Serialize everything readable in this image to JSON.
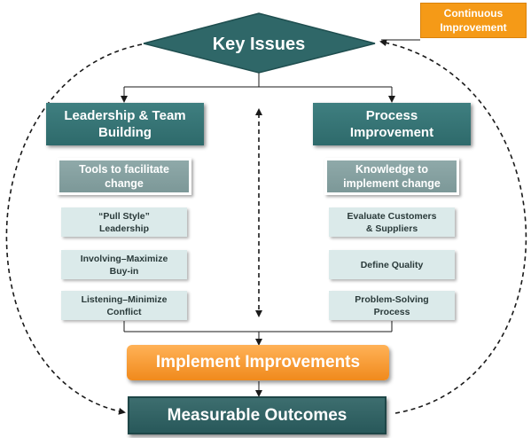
{
  "continuous_improvement": "Continuous\nImprovement",
  "key_issues": "Key Issues",
  "left": {
    "title": "Leadership & Team\nBuilding",
    "tools": "Tools to facilitate\nchange",
    "items": [
      "“Pull Style”\nLeadership",
      "Involving–Maximize\nBuy-in",
      "Listening–Minimize\nConflict"
    ]
  },
  "right": {
    "title": "Process\nImprovement",
    "knowledge": "Knowledge to\nimplement change",
    "items": [
      "Evaluate Customers\n& Suppliers",
      "Define Quality",
      "Problem-Solving\nProcess"
    ]
  },
  "implement": "Implement Improvements",
  "outcomes": "Measurable Outcomes",
  "colors": {
    "teal": "#2e6a6b",
    "orange": "#f08a1c",
    "light": "#dbeaea"
  }
}
